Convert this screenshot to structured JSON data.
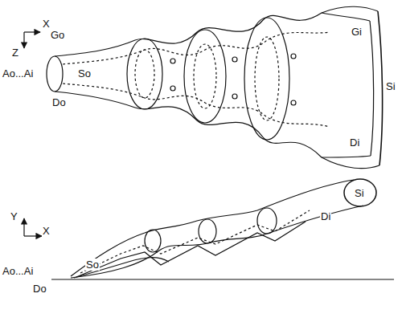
{
  "diagram": {
    "labels": [
      "X",
      "Z",
      "Go",
      "Ao...Ai",
      "So",
      "Do",
      "Gi",
      "Di",
      "Si",
      "Y",
      "X",
      "Ao...Ai",
      "Do",
      "So",
      "Si",
      "Di"
    ]
  }
}
